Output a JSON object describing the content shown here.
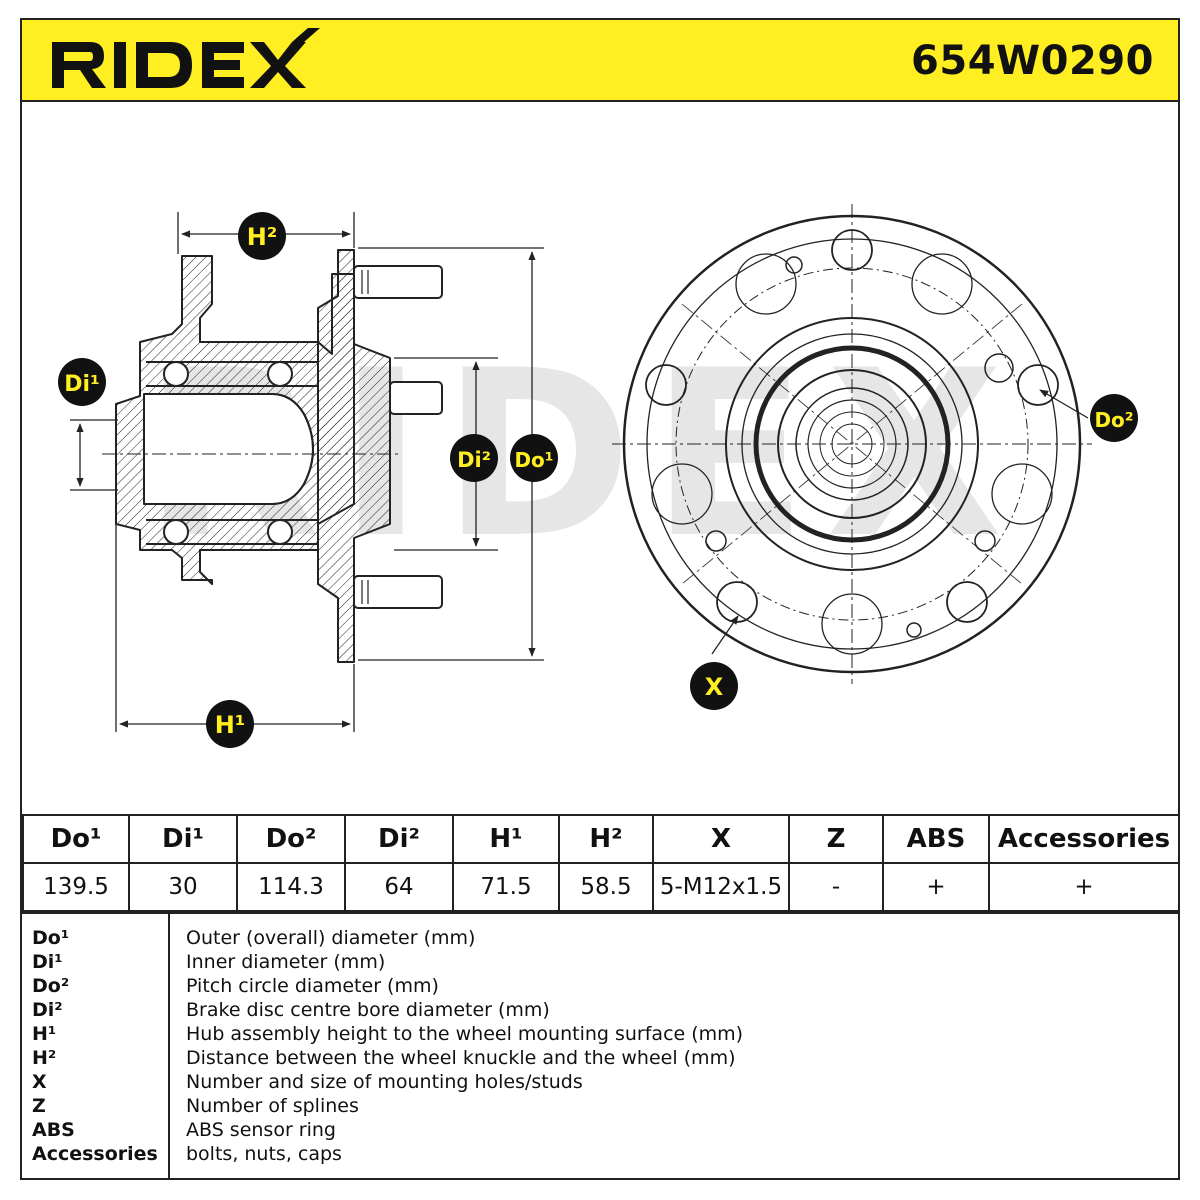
{
  "header": {
    "brand": "RIDEX",
    "part_number": "654W0290",
    "accent_color": "#ffee22"
  },
  "watermark": "RIDEX",
  "callouts": {
    "h2": "H²",
    "di1": "Di¹",
    "di2": "Di²",
    "do1": "Do¹",
    "do2": "Do²",
    "h1": "H¹",
    "x": "X"
  },
  "spec_table": {
    "headers": [
      "Do¹",
      "Di¹",
      "Do²",
      "Di²",
      "H¹",
      "H²",
      "X",
      "Z",
      "ABS",
      "Accessories"
    ],
    "values": [
      "139.5",
      "30",
      "114.3",
      "64",
      "71.5",
      "58.5",
      "5-M12x1.5",
      "-",
      "+",
      "+"
    ]
  },
  "legend": [
    {
      "key": "Do¹",
      "text": "Outer (overall) diameter (mm)"
    },
    {
      "key": "Di¹",
      "text": "Inner diameter (mm)"
    },
    {
      "key": "Do²",
      "text": "Pitch circle diameter (mm)"
    },
    {
      "key": "Di²",
      "text": "Brake disc centre bore diameter (mm)"
    },
    {
      "key": "H¹",
      "text": "Hub assembly height to the wheel mounting surface (mm)"
    },
    {
      "key": "H²",
      "text": "Distance between the wheel knuckle and the wheel (mm)"
    },
    {
      "key": "X",
      "text": "Number and size of mounting holes/studs"
    },
    {
      "key": "Z",
      "text": "Number of splines"
    },
    {
      "key": "ABS",
      "text": "ABS sensor ring"
    },
    {
      "key": "Accessories",
      "text": "bolts, nuts, caps"
    }
  ]
}
